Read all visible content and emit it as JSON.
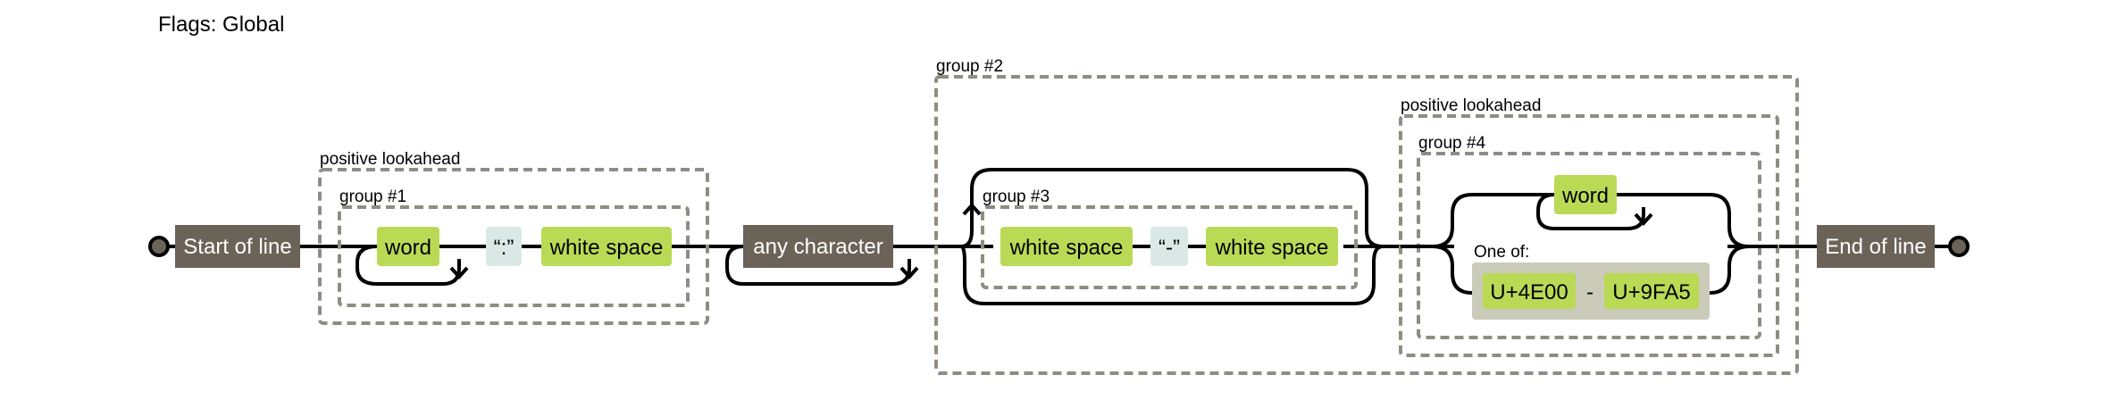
{
  "flags_label": "Flags: Global",
  "anchors": {
    "start": "Start of line",
    "end": "End of line"
  },
  "group_labels": {
    "lookahead1": "positive lookahead",
    "group1": "group #1",
    "group2": "group #2",
    "group3": "group #3",
    "lookahead2": "positive lookahead",
    "group4": "group #4",
    "one_of": "One of:"
  },
  "nodes": {
    "word1": "word",
    "colon_literal": "“:”",
    "whitespace1": "white space",
    "any_char": "any character",
    "whitespace2": "white space",
    "dash_literal": "“-”",
    "whitespace3": "white space",
    "word2": "word",
    "range_start": "U+4E00",
    "range_sep": "-",
    "range_end": "U+9FA5"
  },
  "colors": {
    "anchor_fill": "#6b6358",
    "anchor_text": "#ffffff",
    "charclass_fill": "#bada55",
    "literal_fill": "#dae9e5",
    "charset_fill": "#cbcbba",
    "dashed_border": "#908c83",
    "wire": "#000000"
  }
}
